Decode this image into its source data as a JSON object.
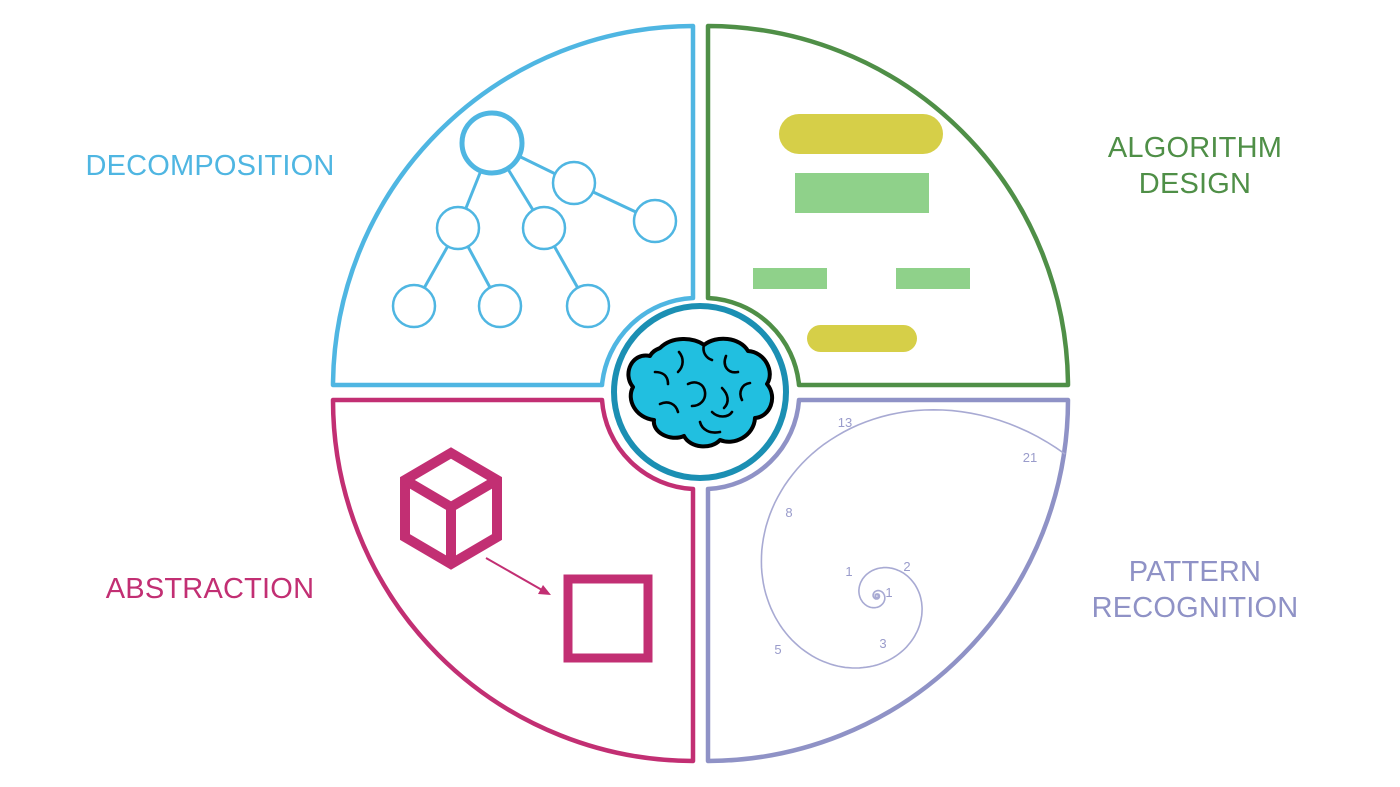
{
  "labels": {
    "decomposition": "DECOMPOSITION",
    "algorithm_line1": "ALGORITHM",
    "algorithm_line2": "DESIGN",
    "abstraction": "ABSTRACTION",
    "pattern_line1": "PATTERN",
    "pattern_line2": "RECOGNITION"
  },
  "spiral_numbers": [
    "1",
    "1",
    "2",
    "3",
    "5",
    "8",
    "13",
    "21"
  ],
  "colors": {
    "decomposition": "#4fb6e2",
    "algorithm": "#4f8f47",
    "algorithm_pill": "#d6cf48",
    "algorithm_bar": "#8fd18a",
    "abstraction": "#c22f73",
    "pattern": "#8f92c6",
    "brain_fill": "#21bfe0",
    "brain_ring": "#1b8fb3"
  },
  "icons": {
    "center": "brain-icon",
    "decomposition": "tree-icon",
    "algorithm": "flowchart-icon",
    "abstraction": "cube-to-square-icon",
    "pattern": "fibonacci-spiral-icon"
  }
}
